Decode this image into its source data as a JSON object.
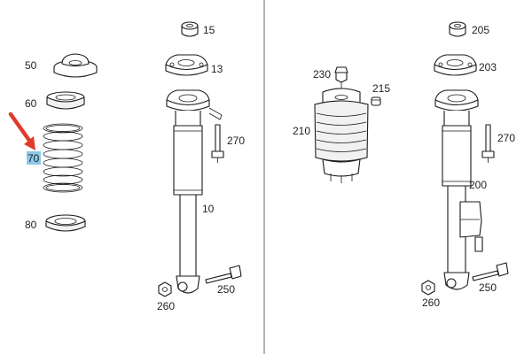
{
  "labels": {
    "p15": "15",
    "p13": "13",
    "p10": "10",
    "p270a": "270",
    "p250a": "250",
    "p260a": "260",
    "p50": "50",
    "p60": "60",
    "p70": "70",
    "p80": "80",
    "p230": "230",
    "p215": "215",
    "p210": "210",
    "p205": "205",
    "p203": "203",
    "p270b": "270",
    "p200": "200",
    "p250b": "250",
    "p260b": "260"
  },
  "colors": {
    "highlight": "#8cc8e8",
    "arrow": "#e23a2a",
    "separator": "#9a9a9a"
  },
  "icons": {
    "pointer": "red-arrow-icon"
  }
}
